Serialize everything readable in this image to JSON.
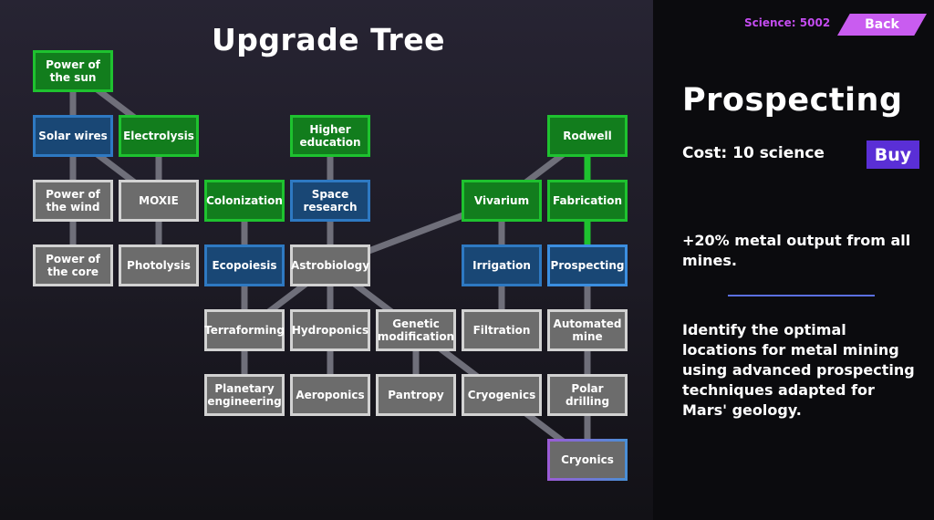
{
  "tree": {
    "title": "Upgrade Tree",
    "nodes": {
      "power_of_the_sun": "Power of the sun",
      "solar_wires": "Solar wires",
      "electrolysis": "Electrolysis",
      "higher_education": "Higher education",
      "rodwell": "Rodwell",
      "power_of_the_wind": "Power of the wind",
      "moxie": "MOXIE",
      "colonization": "Colonization",
      "space_research": "Space research",
      "vivarium": "Vivarium",
      "fabrication": "Fabrication",
      "power_of_the_core": "Power of the core",
      "photolysis": "Photolysis",
      "ecopoiesis": "Ecopoiesis",
      "astrobiology": "Astrobiology",
      "irrigation": "Irrigation",
      "prospecting": "Prospecting",
      "terraforming": "Terraforming",
      "hydroponics": "Hydroponics",
      "genetic_modification": "Genetic modification",
      "filtration": "Filtration",
      "automated_mine": "Automated mine",
      "planetary_engineering": "Planetary engineering",
      "aeroponics": "Aeroponics",
      "pantropy": "Pantropy",
      "cryogenics": "Cryogenics",
      "polar_drilling": "Polar drilling",
      "cryonics": "Cryonics"
    },
    "colors": {
      "researched": "#127d1d",
      "available": "#194775",
      "locked": "#6c6c6c",
      "active_link": "#1ec22f",
      "link": "#6f6f7a"
    }
  },
  "sidebar": {
    "science": "Science: 5002",
    "back_label": "Back",
    "title": "Prospecting",
    "cost": "Cost: 10 science",
    "buy_label": "Buy",
    "effect": "+20% metal output from all mines.",
    "description": "Identify the optimal locations for metal mining using advanced prospecting techniques adapted for Mars' geology.",
    "accent_color": "#c95cf0",
    "buy_color": "#5a2fd6"
  }
}
